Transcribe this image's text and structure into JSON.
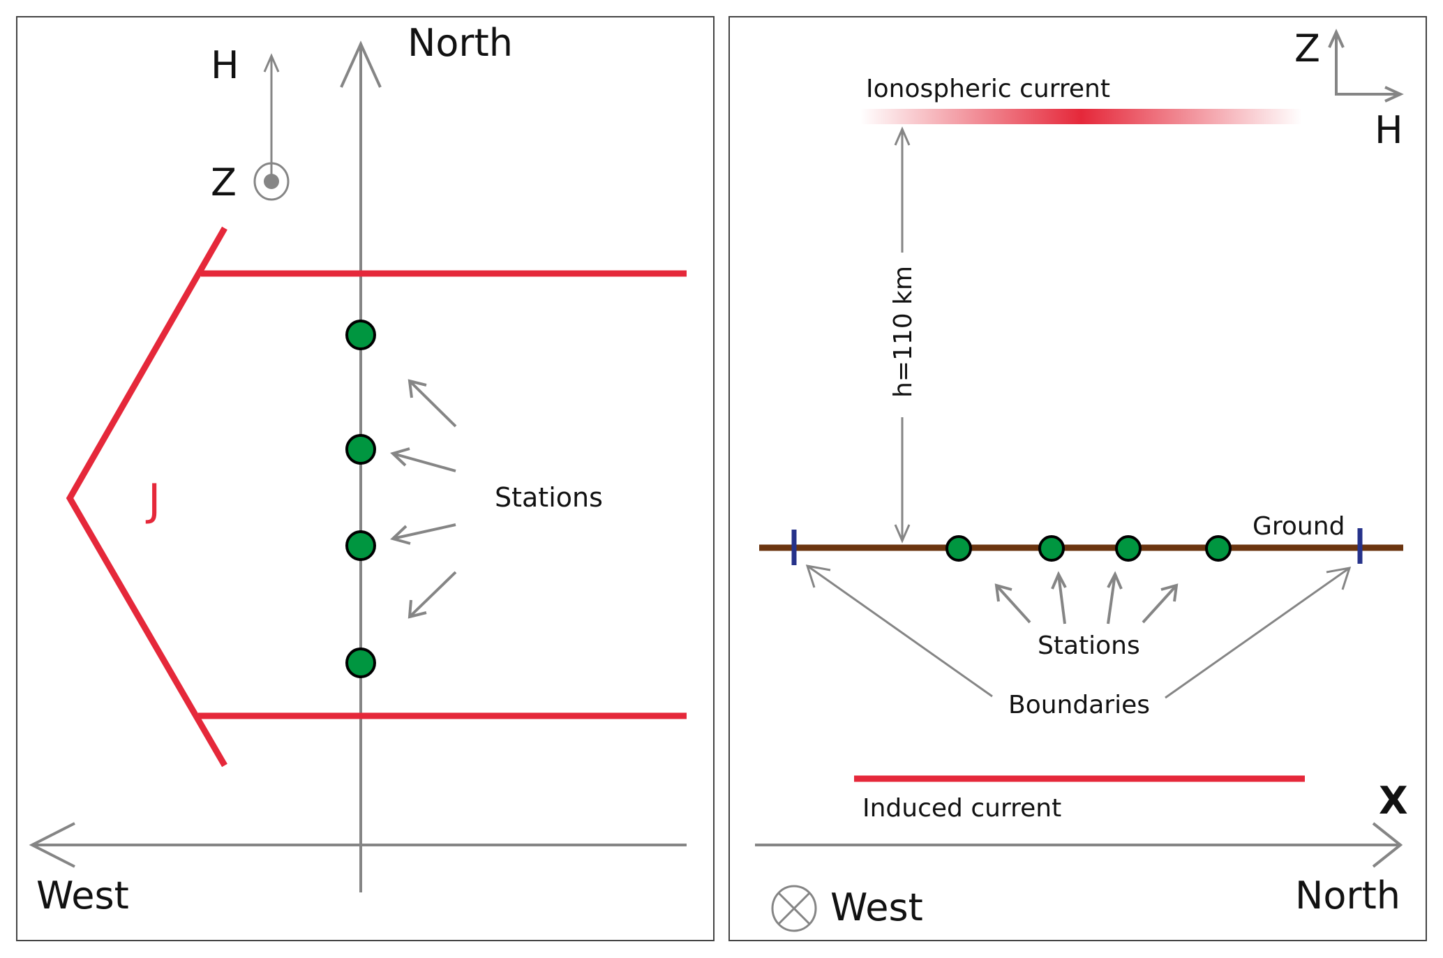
{
  "left_panel": {
    "labels": {
      "north": "North",
      "west": "West",
      "h_axis": "H",
      "z_axis": "Z",
      "current": "J",
      "stations": "Stations"
    },
    "station_count": 4,
    "colors": {
      "current": "#e5283a",
      "station": "#009640",
      "axis": "#858585"
    }
  },
  "right_panel": {
    "labels": {
      "z_axis": "Z",
      "h_axis": "H",
      "ionospheric_current": "Ionospheric current",
      "height": "h=110 km",
      "ground": "Ground",
      "stations": "Stations",
      "boundaries": "Boundaries",
      "induced_current": "Induced current",
      "x_axis": "X",
      "north": "North",
      "west": "West"
    },
    "station_count": 4,
    "colors": {
      "ground": "#6b3510",
      "boundary": "#26328a",
      "current": "#e5283a",
      "station": "#009640"
    }
  }
}
